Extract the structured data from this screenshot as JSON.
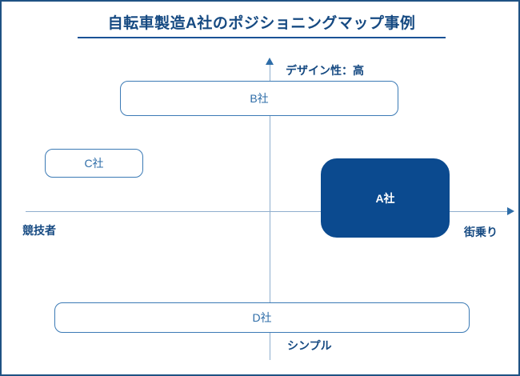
{
  "page": {
    "title": "自転車製造A社のポジショニングマップ事例",
    "border_color": "#1f5283",
    "background": "#ffffff"
  },
  "chart_data": {
    "type": "scatter",
    "subtype": "positioning-map",
    "title": "自転車製造A社のポジショニングマップ事例",
    "xlabel": "",
    "ylabel": "",
    "grid": false,
    "legend": null,
    "axes": {
      "vertical": {
        "top_label": "デザイン性：高",
        "bottom_label": "シンプル",
        "arrow": "up",
        "color": "#8faecd"
      },
      "horizontal": {
        "left_label": "競技者",
        "right_label": "街乗り",
        "arrow": "right",
        "color": "#8faecd"
      }
    },
    "items": [
      {
        "label": "B社",
        "quadrant": "top",
        "style": "outline",
        "fill": "#ffffff",
        "stroke": "#3b7ab5",
        "text_color": "#2e6da8"
      },
      {
        "label": "C社",
        "quadrant": "upper-left",
        "style": "outline",
        "fill": "#ffffff",
        "stroke": "#3b7ab5",
        "text_color": "#2e6da8"
      },
      {
        "label": "A社",
        "quadrant": "right",
        "style": "filled",
        "fill": "#0b4a8f",
        "stroke": "#0b4a8f",
        "text_color": "#ffffff"
      },
      {
        "label": "D社",
        "quadrant": "bottom",
        "style": "outline",
        "fill": "#ffffff",
        "stroke": "#3b7ab5",
        "text_color": "#2e6da8"
      }
    ]
  }
}
